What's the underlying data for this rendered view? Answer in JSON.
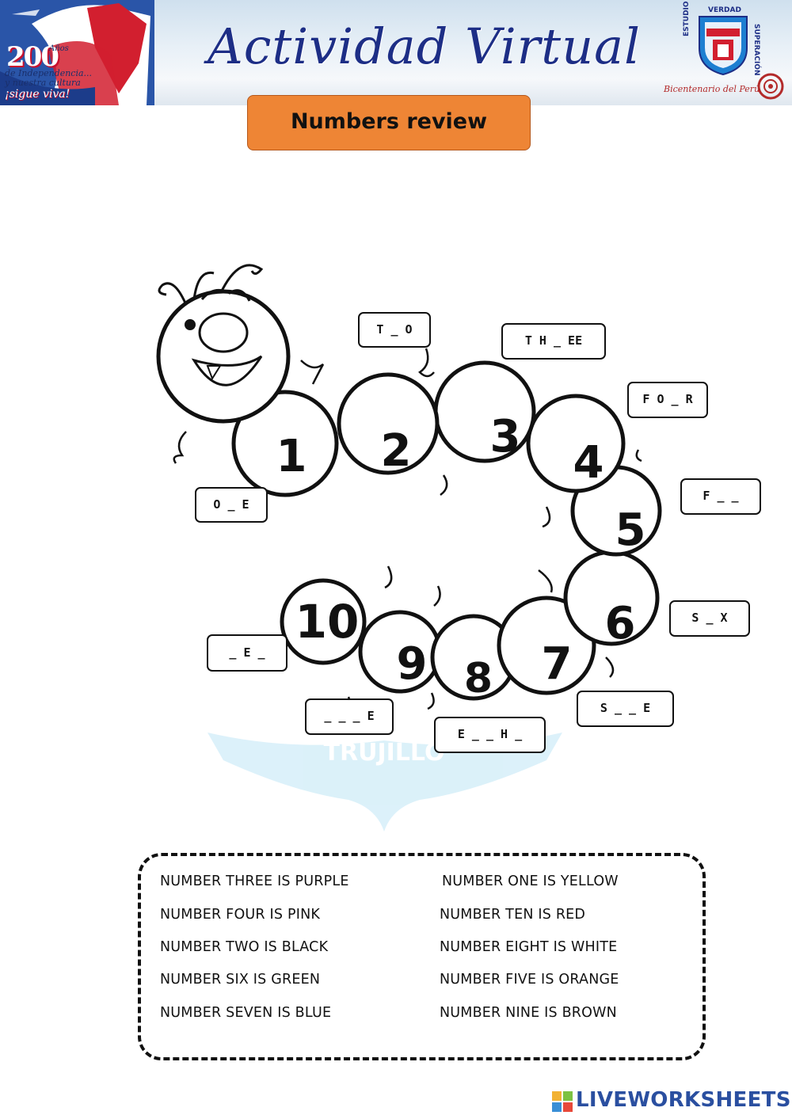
{
  "banner": {
    "title": "Actividad Virtual",
    "left_logo": {
      "number": "200",
      "line1": "Años",
      "line2": "de Independencia...",
      "line3": "y nuestra cultura",
      "line4": "¡sigue viva!"
    },
    "crest": {
      "top": "VERDAD",
      "left": "ESTUDIO",
      "right": "SUPERACIÓN"
    },
    "bicentenario": "Bicentenario del Perú"
  },
  "title": "Numbers review",
  "caterpillar": {
    "numbers": [
      "1",
      "2",
      "3",
      "4",
      "5",
      "6",
      "7",
      "8",
      "9",
      "10"
    ],
    "watermark": "TRUJILLO"
  },
  "hints": {
    "one": "O _ E",
    "two": "T _ O",
    "three": "T H _ EE",
    "four": "F O _ R",
    "five": "F _ _",
    "six": "S _ X",
    "seven": "S _ _ E",
    "eight": "E _ _ H _",
    "nine": "_ _ _ E",
    "ten": "_ E _"
  },
  "instructions": {
    "left": [
      "NUMBER THREE IS PURPLE",
      "NUMBER FOUR IS PINK",
      "NUMBER TWO IS BLACK",
      "NUMBER SIX IS GREEN",
      "NUMBER SEVEN IS BLUE"
    ],
    "right": [
      "NUMBER ONE IS YELLOW",
      "NUMBER TEN IS RED",
      "NUMBER EIGHT IS WHITE",
      "NUMBER FIVE IS ORANGE",
      "NUMBER NINE IS BROWN"
    ]
  },
  "footer": {
    "brand": "LIVEWORKSHEETS"
  },
  "colors": {
    "title_bg": "#ee8535",
    "banner_title": "#1d2e86",
    "brand": "#2a4fa0"
  }
}
